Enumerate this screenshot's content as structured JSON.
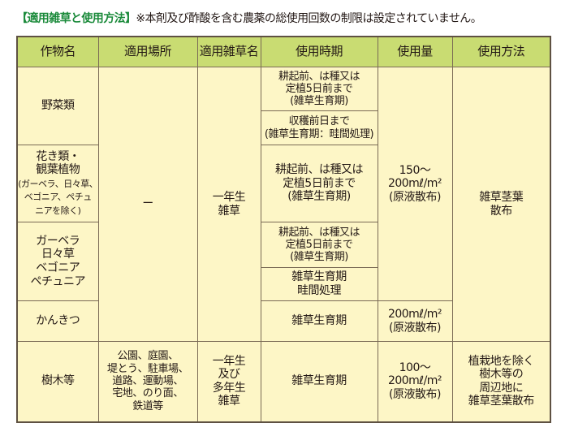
{
  "heading": {
    "label": "【適用雑草と使用方法】",
    "note": "※本剤及び酢酸を含む農薬の総使用回数の制限は設定されていません。"
  },
  "colors": {
    "heading": "#1a8a3a",
    "header_bg": "#c9dc72",
    "cell_bg": "#fdf6c6",
    "border": "#5e5142"
  },
  "table": {
    "headers": [
      "作物名",
      "適用場所",
      "適用雑草名",
      "使用時期",
      "使用量",
      "使用方法"
    ],
    "crops": {
      "vegetables": "野菜類",
      "flowers": "花き類・\n観葉植物",
      "flowers_note": "(ガーベラ、日々草、\nベゴニア、ペチュ\nニアを除く)",
      "gerbera": "ガーベラ\n日々草\nベゴニア\nペチュニア",
      "citrus": "かんきつ",
      "trees": "樹木等"
    },
    "place": {
      "crops": "ー",
      "trees": "公園、庭園、\n堤とう、駐車場、\n道路、運動場、\n宅地、のり面、\n鉄道等"
    },
    "weeds": {
      "crops": "一年生\n雑草",
      "trees": "一年生\n及び\n多年生\n雑草"
    },
    "timing": [
      "耕起前、は種又は\n定植5日前まで\n(雑草生育期)",
      "収穫前日まで\n(雑草生育期：畦間処理)",
      "耕起前、は種又は\n定植5日前まで\n(雑草生育期)",
      "耕起前、は種又は\n定植5日前まで\n(雑草生育期)",
      "雑草生育期\n畦間処理",
      "雑草生育期",
      "雑草生育期"
    ],
    "amount": {
      "crops": "150〜\n200mℓ/m²\n(原液散布)",
      "citrus": "200mℓ/m²\n(原液散布)",
      "trees": "100〜\n200mℓ/m²\n(原液散布)"
    },
    "method": {
      "crops": "雑草茎葉\n散布",
      "trees": "植栽地を除く\n樹木等の\n周辺地に\n雑草茎葉散布"
    }
  }
}
